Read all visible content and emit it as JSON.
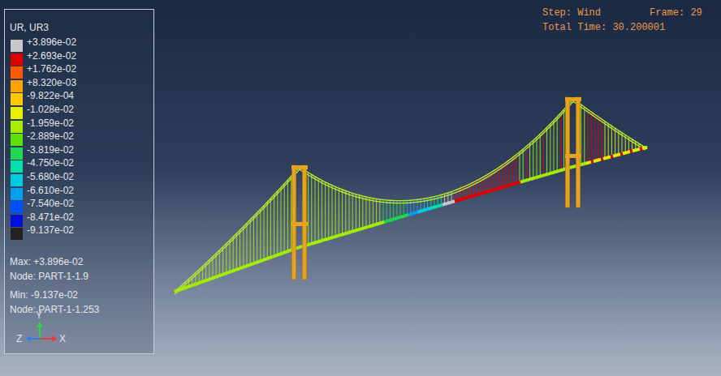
{
  "diagram": {
    "title": "UR, UR3",
    "labels": [
      "Max: +3.896e-02",
      "Node: PART-1-1.9",
      "Min: -9.137e-02",
      "Node: PART-1-1.253",
      "Y",
      "Z",
      "X",
      "Step: Wind",
      "Frame: 29",
      "Total Time: 30.200001"
    ],
    "legend": [
      {
        "text": "+3.896e-02",
        "color": "#c8c8c8"
      },
      {
        "text": "+2.693e-02",
        "color": "#e00000"
      },
      {
        "text": "+1.762e-02",
        "color": "#ff5a00"
      },
      {
        "text": "+8.320e-03",
        "color": "#ffa200"
      },
      {
        "text": "-9.822e-04",
        "color": "#ffc800"
      },
      {
        "text": "-1.028e-02",
        "color": "#e6f000"
      },
      {
        "text": "-1.959e-02",
        "color": "#a6ee00"
      },
      {
        "text": "-2.889e-02",
        "color": "#5ee000"
      },
      {
        "text": "-3.819e-02",
        "color": "#20d850"
      },
      {
        "text": "-4.750e-02",
        "color": "#00e0a8"
      },
      {
        "text": "-5.680e-02",
        "color": "#00cce0"
      },
      {
        "text": "-6.610e-02",
        "color": "#009ff0"
      },
      {
        "text": "-7.540e-02",
        "color": "#0050ff"
      },
      {
        "text": "-8.471e-02",
        "color": "#0010d8"
      },
      {
        "text": "-9.137e-02",
        "color": "#222222"
      }
    ]
  }
}
